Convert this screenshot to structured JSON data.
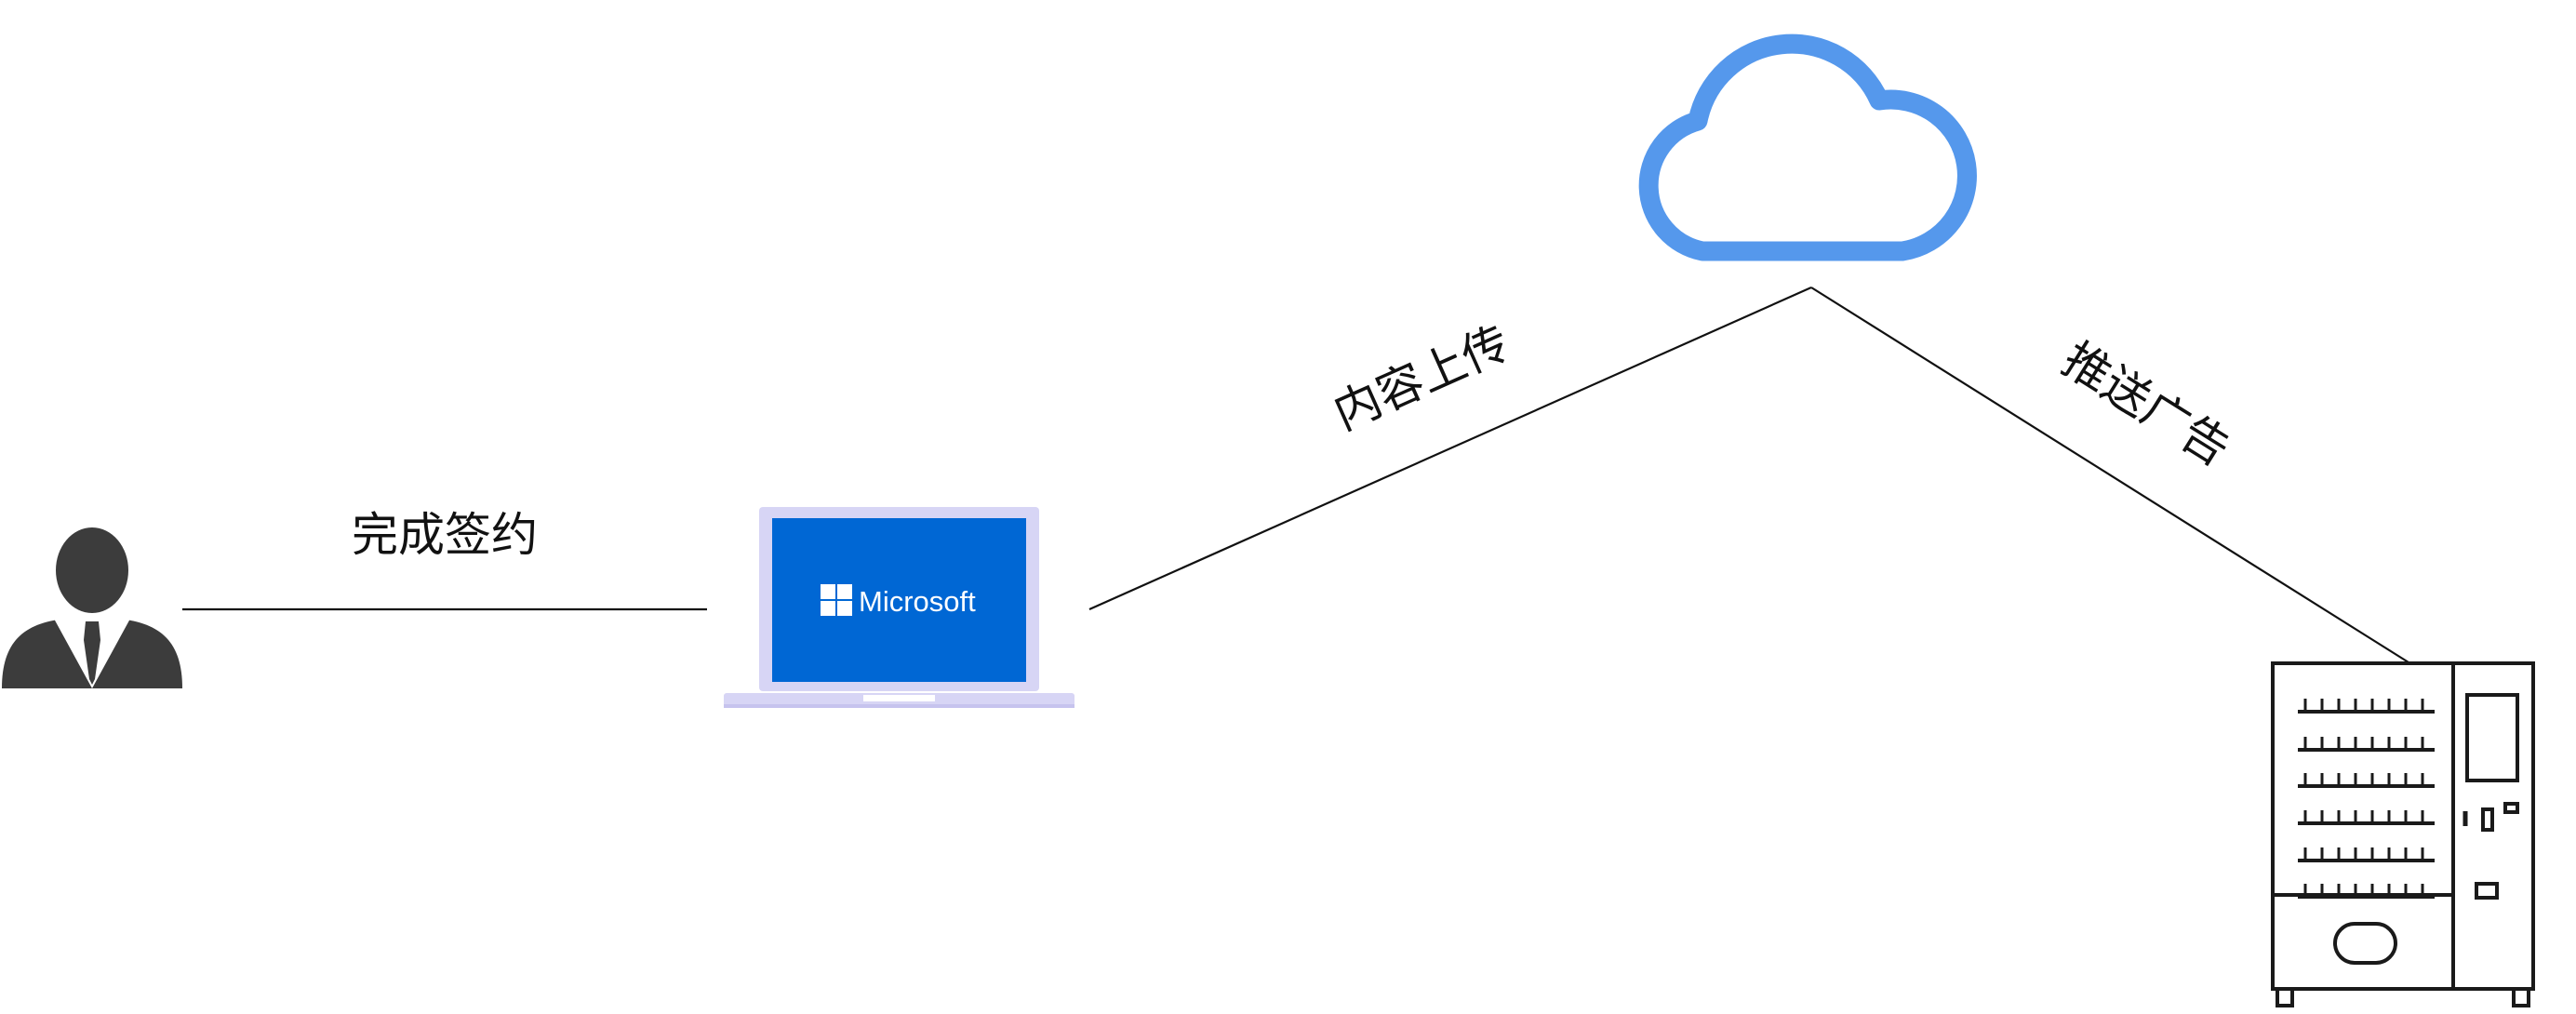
{
  "nodes": {
    "person": {
      "icon": "businessman-icon"
    },
    "laptop": {
      "icon": "laptop-icon",
      "screen_text": "Microsoft",
      "screen_color": "#0067D4",
      "frame_color": "#D7D5F5"
    },
    "cloud": {
      "icon": "cloud-icon",
      "stroke_color": "#5598EC"
    },
    "vending_machine": {
      "icon": "vending-machine-icon"
    }
  },
  "edges": {
    "person_to_laptop": {
      "label": "完成签约"
    },
    "laptop_to_cloud": {
      "label": "内容上传"
    },
    "cloud_to_vending": {
      "label": "推送广告"
    }
  }
}
